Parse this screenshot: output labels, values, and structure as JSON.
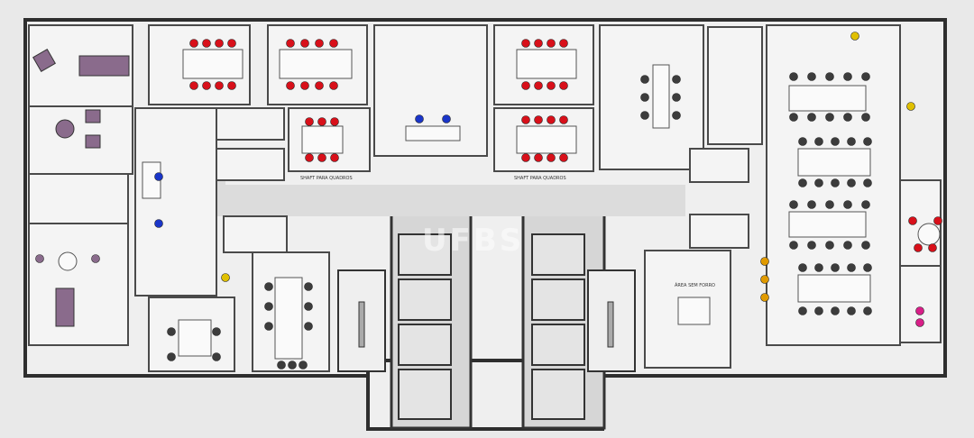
{
  "labels": {
    "shaft_left": "SHAFT PARA QUADROS",
    "shaft_right": "SHAFT PARA QUADROS",
    "area_forno": "ÁREA SEM FORRO",
    "watermark": "UFBS"
  },
  "colors": {
    "chair_red": "#d8101a",
    "chair_gray": "#3c3c3c",
    "chair_blue": "#1a35c8",
    "chair_yellow": "#e0c000",
    "chair_orange": "#e09a00",
    "chair_pink": "#d81f88",
    "furniture_purple": "#8a6b8c",
    "floor_bg": "#e9e9e9"
  },
  "icons": [
    "chair-icon",
    "door-swing-icon",
    "toilet-icon",
    "sink-icon",
    "plant-icon",
    "stair-icon",
    "elevator-icon"
  ]
}
